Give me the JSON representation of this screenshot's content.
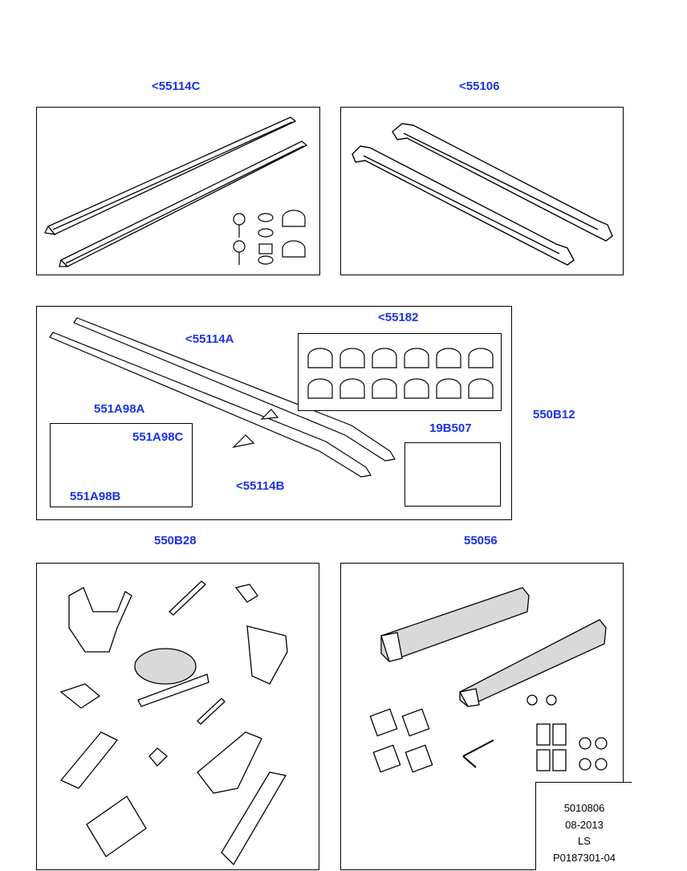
{
  "refs": {
    "p1": "<55114C",
    "p2": "<55106",
    "p3_main": "550B12",
    "p3_rails": "<55114A",
    "p3_rails_b": "<55114B",
    "p3_caps": "<55182",
    "p3_cover_set": "551A98A",
    "p3_cover_c": "551A98C",
    "p3_cover_b": "551A98B",
    "p3_fixings": "19B507",
    "p4": "550B28",
    "p5": "55056"
  },
  "info": {
    "line1": "5010806",
    "line2": "08-2013",
    "line3": "LS",
    "line4": "P0187301-04"
  },
  "colors": {
    "link": "#1a33e6",
    "line": "#000000",
    "part_fill": "#ffffff",
    "part_shade": "#d9d9d9"
  }
}
